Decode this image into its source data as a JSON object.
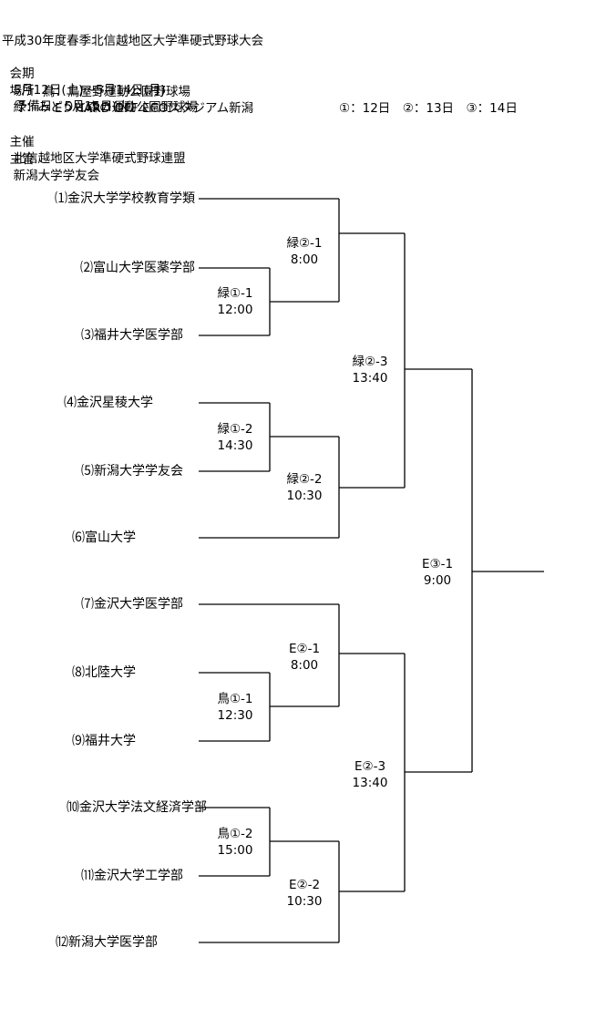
{
  "header": {
    "title": "平成30年度春季北信越地区大学準硬式野球大会",
    "period_label": "会期",
    "period": "5月12日(土)～5月14日(月)",
    "reserve": "予備日　5月15日(火)",
    "venue_label": "場所",
    "venues": [
      "緑：みどりと森の運動公園野球場",
      "鳥：鳥屋野運動公園野球場",
      "E：HARD OFF ECOスタジアム新潟"
    ],
    "days_legend": "①：12日　②：13日　③：14日",
    "organizer_label": "主催",
    "organizer": "北信越地区大学準硬式野球連盟",
    "host_label": "主管",
    "host": "新潟大学学友会"
  },
  "teams": [
    "⑴金沢大学学校教育学類",
    "⑵富山大学医薬学部",
    "⑶福井大学医学部",
    "⑷金沢星稜大学",
    "⑸新潟大学学友会",
    "⑹富山大学",
    "⑺金沢大学医学部",
    "⑻北陸大学",
    "⑼福井大学",
    "⑽金沢大学法文経済学部",
    "⑾金沢大学工学部",
    "⑿新潟大学医学部"
  ],
  "matches": [
    {
      "code": "緑①-1",
      "time": "12:00"
    },
    {
      "code": "緑②-1",
      "time": "8:00"
    },
    {
      "code": "緑①-2",
      "time": "14:30"
    },
    {
      "code": "緑②-2",
      "time": "10:30"
    },
    {
      "code": "緑②-3",
      "time": "13:40"
    },
    {
      "code": "鳥①-1",
      "time": "12:30"
    },
    {
      "code": "E②-1",
      "time": "8:00"
    },
    {
      "code": "鳥①-2",
      "time": "15:00"
    },
    {
      "code": "E②-2",
      "time": "10:30"
    },
    {
      "code": "E②-3",
      "time": "13:40"
    },
    {
      "code": "E③-1",
      "time": "9:00"
    }
  ]
}
